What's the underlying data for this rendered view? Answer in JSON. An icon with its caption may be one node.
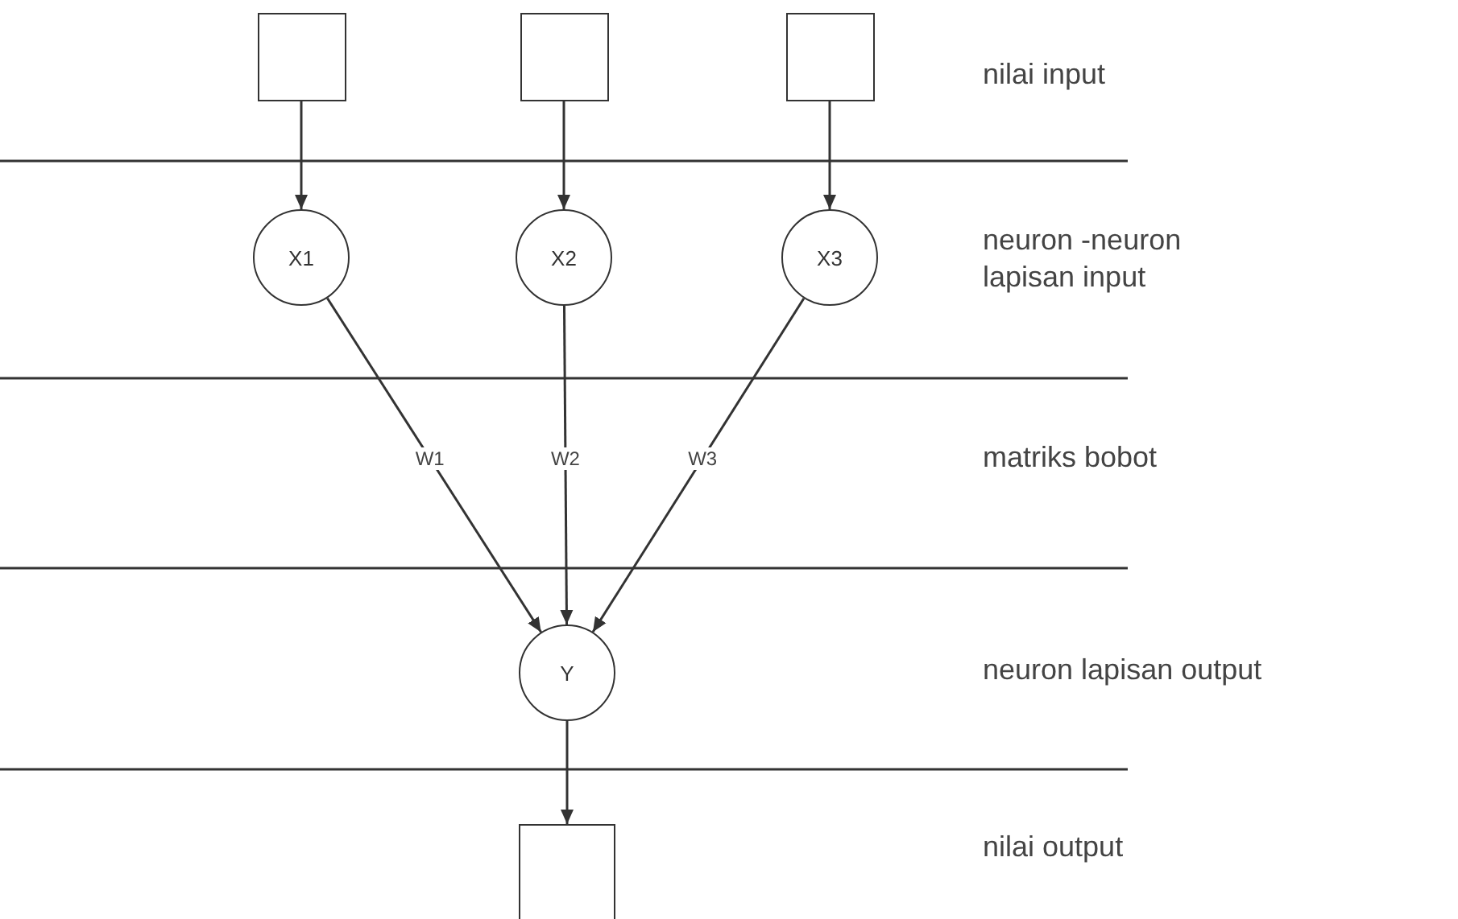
{
  "diagram": {
    "nodes": [
      {
        "text": [],
        "shape": "box"
      },
      {
        "text": [],
        "shape": "box"
      },
      {
        "text": [],
        "shape": "box"
      },
      {
        "text": [
          "X1"
        ]
      },
      {
        "text": [
          "X2"
        ]
      },
      {
        "text": [
          "X3"
        ]
      },
      {
        "text": [
          "Y"
        ]
      },
      {
        "text": [],
        "shape": "box"
      }
    ],
    "edges": [
      {
        "from": 0,
        "to": 3,
        "arrow": "to"
      },
      {
        "from": 1,
        "to": 4,
        "arrow": "to"
      },
      {
        "from": 2,
        "to": 5,
        "arrow": "to"
      },
      {
        "from": 3,
        "to": 6,
        "arrow": "to",
        "label": "W1"
      },
      {
        "from": 4,
        "to": 6,
        "arrow": "to",
        "label": "W2"
      },
      {
        "from": 5,
        "to": 6,
        "arrow": "to",
        "label": "W3"
      },
      {
        "from": 6,
        "to": 7,
        "arrow": "to"
      }
    ],
    "labels": [
      "nilai input",
      "neuron -neuron lapisan input",
      "matriks bobot",
      "neuron lapisan output",
      "nilai output"
    ]
  }
}
